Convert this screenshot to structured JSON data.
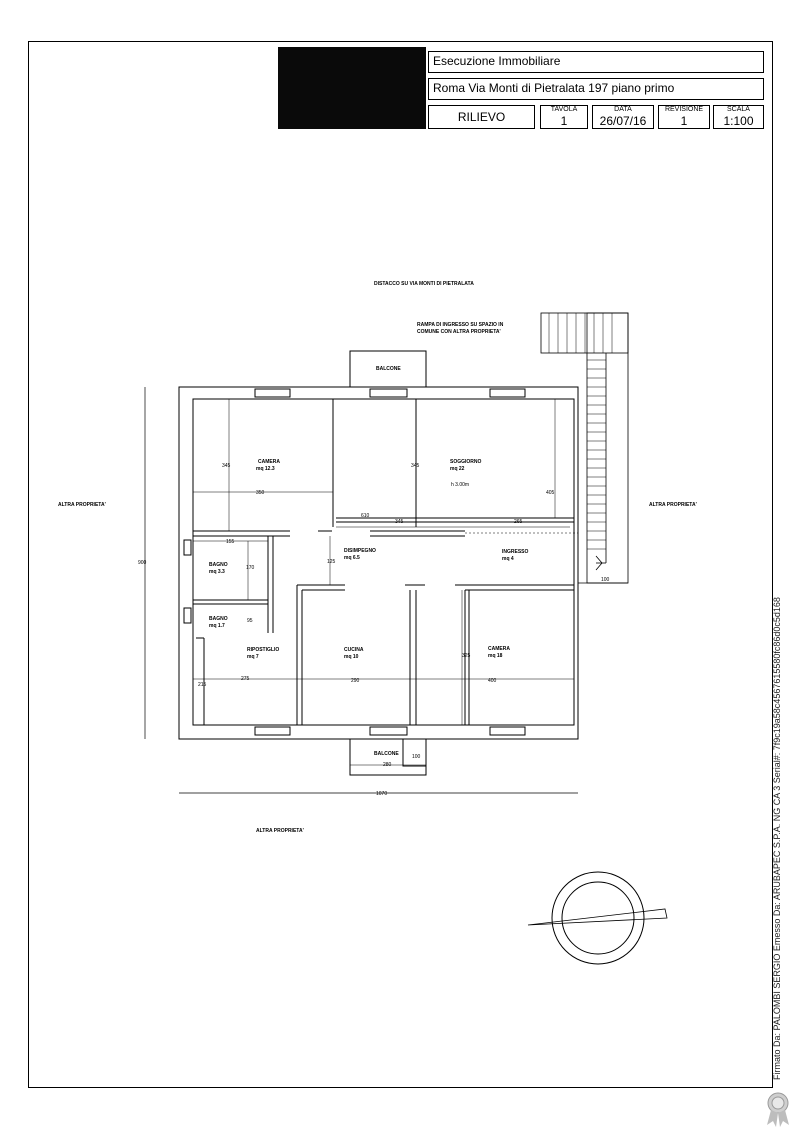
{
  "title_block": {
    "line1": "Esecuzione Immobiliare",
    "line2": "Roma  Via Monti di Pietralata 197  piano primo",
    "rilievo": "RILIEVO",
    "tavola_label": "TAVOLA",
    "tavola_value": "1",
    "data_label": "DATA",
    "data_value": "26/07/16",
    "revisione_label": "REVISIONE",
    "revisione_value": "1",
    "scala_label": "SCALA",
    "scala_value": "1:100"
  },
  "plan": {
    "top_note": "DISTACCO SU VIA MONTI DI PIETRALATA",
    "ramp_note_1": "RAMPA DI INGRESSO SU SPAZIO IN",
    "ramp_note_2": "COMUNE CON ALTRA PROPRIETA'",
    "left_note": "ALTRA PROPRIETA'",
    "right_note": "ALTRA PROPRIETA'",
    "bottom_note": "ALTRA PROPRIETA'",
    "balcone_top": "BALCONE",
    "balcone_bottom": "BALCONE",
    "rooms": {
      "camera_name": "CAMERA",
      "camera_area": "mq 12.3",
      "soggiorno_name": "SOGGIORNO",
      "soggiorno_area": "mq 22",
      "soggiorno_height": "h 3.00m",
      "disimpegno_name": "DISIMPEGNO",
      "disimpegno_area": "mq 6.5",
      "ingresso_name": "INGRESSO",
      "ingresso_area": "mq 4",
      "bagno1_name": "BAGNO",
      "bagno1_area": "mq 3.3",
      "bagno2_name": "BAGNO",
      "bagno2_area": "mq 1.7",
      "ripostiglio_name": "RIPOSTIGLIO",
      "ripostiglio_area": "mq 7",
      "cucina_name": "CUCINA",
      "cucina_area": "mq 10",
      "camera2_name": "CAMERA",
      "camera2_area": "mq 18"
    },
    "dims": {
      "d345a": "345",
      "d350": "350",
      "d345b": "345",
      "d405": "405",
      "d610": "610",
      "d345c": "345",
      "d265": "265",
      "d155": "155",
      "d170": "170",
      "d125": "125",
      "d95": "95",
      "d275": "275",
      "d290": "290",
      "d400": "400",
      "d325": "325",
      "d215": "215",
      "d100a": "100",
      "d100b": "100",
      "d280": "280",
      "d900": "900",
      "d1070": "1070"
    }
  },
  "signature_text": "Firmato Da: PALOMBI SERGIO Emesso Da: ARUBAPEC S.P.A. NG CA 3 Serial#: 7f9c19a58c4567615580fc86d0c5d168",
  "stamp_icon": "certificate-ribbon-icon",
  "compass_icon": "north-arrow-icon"
}
